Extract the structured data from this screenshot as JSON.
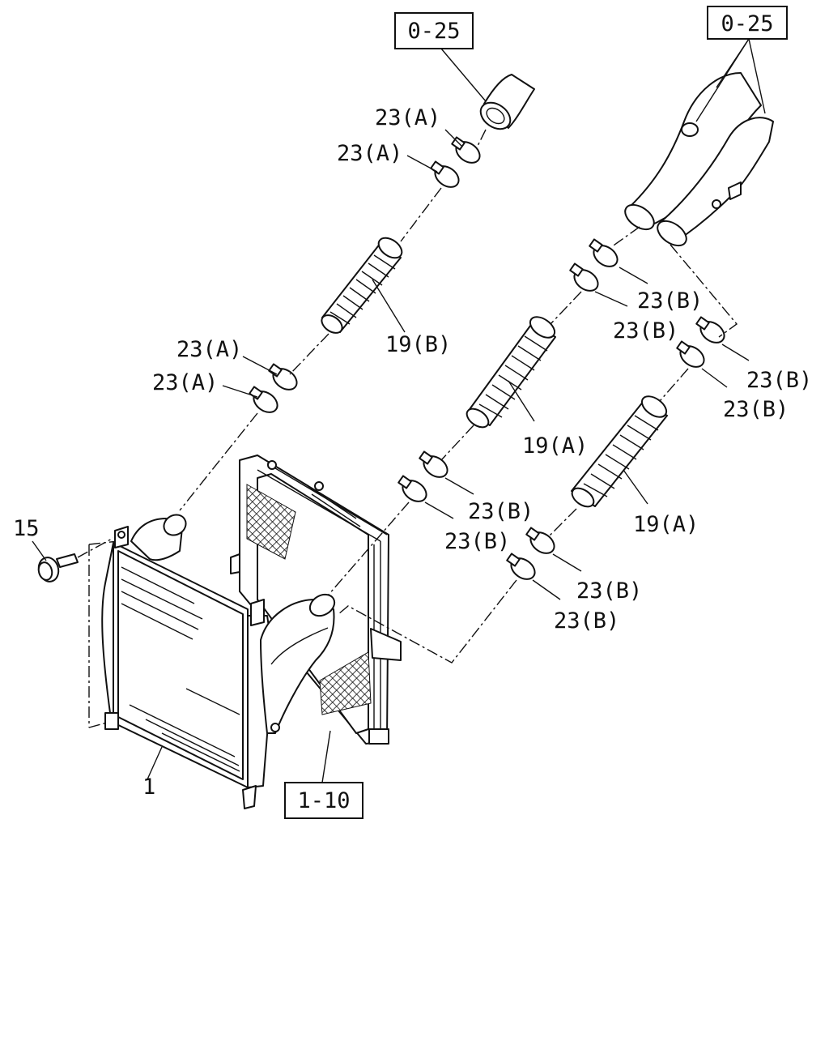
{
  "ref_boxes": [
    {
      "id": "ref-top-left",
      "text": "0-25"
    },
    {
      "id": "ref-top-right",
      "text": "0-25"
    },
    {
      "id": "ref-bottom",
      "text": "1-10"
    }
  ],
  "part_labels": [
    {
      "id": "a1",
      "text": "23(A)"
    },
    {
      "id": "a2",
      "text": "23(A)"
    },
    {
      "id": "a3",
      "text": "23(A)"
    },
    {
      "id": "a4",
      "text": "23(A)"
    },
    {
      "id": "h19b",
      "text": "19(B)"
    },
    {
      "id": "b1",
      "text": "23(B)"
    },
    {
      "id": "b2",
      "text": "23(B)"
    },
    {
      "id": "b3",
      "text": "23(B)"
    },
    {
      "id": "b4",
      "text": "23(B)"
    },
    {
      "id": "h19a1",
      "text": "19(A)"
    },
    {
      "id": "b5",
      "text": "23(B)"
    },
    {
      "id": "b6",
      "text": "23(B)"
    },
    {
      "id": "h19a2",
      "text": "19(A)"
    },
    {
      "id": "b7",
      "text": "23(B)"
    },
    {
      "id": "b8",
      "text": "23(B)"
    },
    {
      "id": "p15",
      "text": "15"
    },
    {
      "id": "p1",
      "text": "1"
    }
  ]
}
